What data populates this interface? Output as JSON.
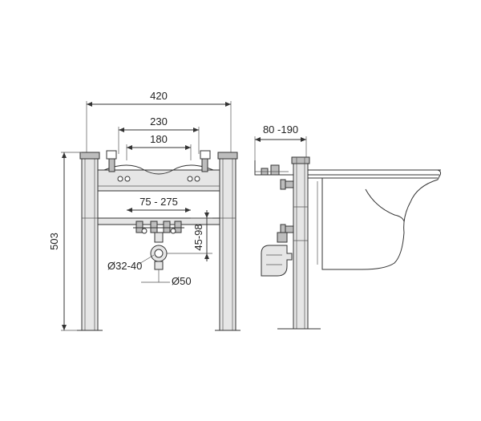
{
  "dimensions": {
    "frame_width": "420",
    "wall_spacing": "230",
    "fix_spacing": "180",
    "drain_offset": "75 - 275",
    "drain_height": "45-98",
    "total_height": "503",
    "inlet_diameter": "Ø32-40",
    "drain_diameter": "Ø50",
    "wall_depth": "80 -190"
  },
  "colors": {
    "line": "#333333",
    "fill_light": "#e6e6e6",
    "fill_dark": "#bdbdbd"
  }
}
